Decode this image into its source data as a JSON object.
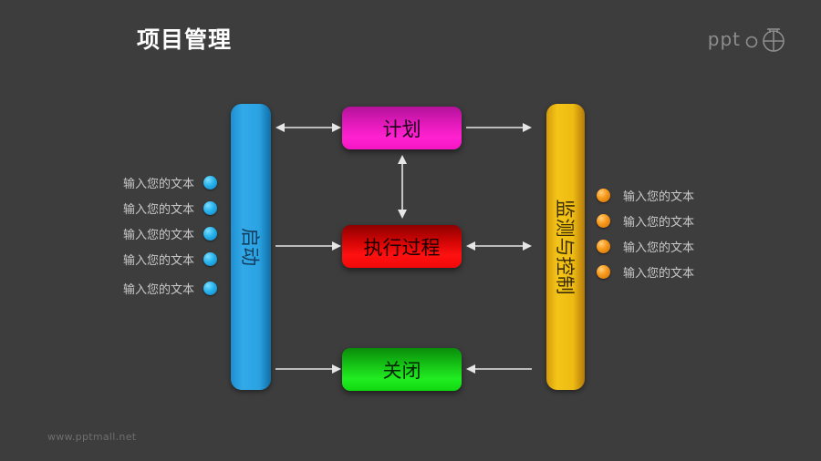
{
  "header": {
    "title": "项目管理",
    "logo_word": "ppt",
    "logo_mark": "pptmall-logo-icon"
  },
  "footer": {
    "url": "www.pptmall.net"
  },
  "diagram": {
    "pillars": [
      {
        "id": "start",
        "label": "启动",
        "color": "#2ba2e2",
        "text_color": "#123d5e"
      },
      {
        "id": "monitor",
        "label": "监测与控制",
        "color": "#edbb12",
        "text_color": "#3a2c05"
      }
    ],
    "stages": [
      {
        "id": "plan",
        "label": "计划",
        "color": "#ff22d0"
      },
      {
        "id": "exec",
        "label": "执行过程",
        "color": "#ff1111"
      },
      {
        "id": "close",
        "label": "关闭",
        "color": "#21ec21"
      }
    ],
    "connectors": [
      {
        "id": "start-plan",
        "direction": "both",
        "row": "top"
      },
      {
        "id": "plan-monitor",
        "direction": "right",
        "row": "top"
      },
      {
        "id": "plan-exec",
        "direction": "both",
        "row": "vertical"
      },
      {
        "id": "start-exec",
        "direction": "right",
        "row": "middle"
      },
      {
        "id": "exec-monitor",
        "direction": "both",
        "row": "middle"
      },
      {
        "id": "start-close",
        "direction": "right",
        "row": "bottom"
      },
      {
        "id": "monitor-close",
        "direction": "left",
        "row": "bottom"
      }
    ]
  },
  "left_list": {
    "dot_color": "#29b6ef",
    "items": [
      {
        "label": "输入您的文本"
      },
      {
        "label": "输入您的文本"
      },
      {
        "label": "输入您的文本"
      },
      {
        "label": "输入您的文本"
      },
      {
        "label": "输入您的文本"
      }
    ]
  },
  "right_list": {
    "dot_color": "#f79a1d",
    "items": [
      {
        "label": "输入您的文本"
      },
      {
        "label": "输入您的文本"
      },
      {
        "label": "输入您的文本"
      },
      {
        "label": "输入您的文本"
      }
    ]
  }
}
